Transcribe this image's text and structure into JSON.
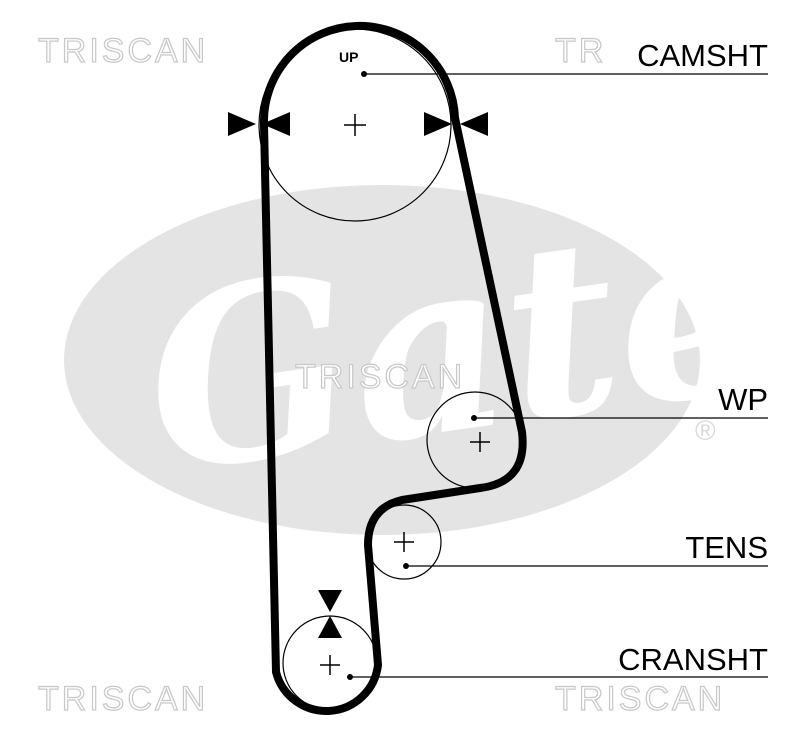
{
  "watermark": {
    "brand": "TRISCAN",
    "logo_text": "Gates",
    "registered_mark": "®"
  },
  "diagram": {
    "up_label": "UP",
    "pulleys": [
      {
        "id": "camshaft",
        "label": "CAMSHT"
      },
      {
        "id": "water-pump",
        "label": "WP"
      },
      {
        "id": "tensioner",
        "label": "TENS"
      },
      {
        "id": "crankshaft",
        "label": "CRANSHT"
      }
    ]
  }
}
